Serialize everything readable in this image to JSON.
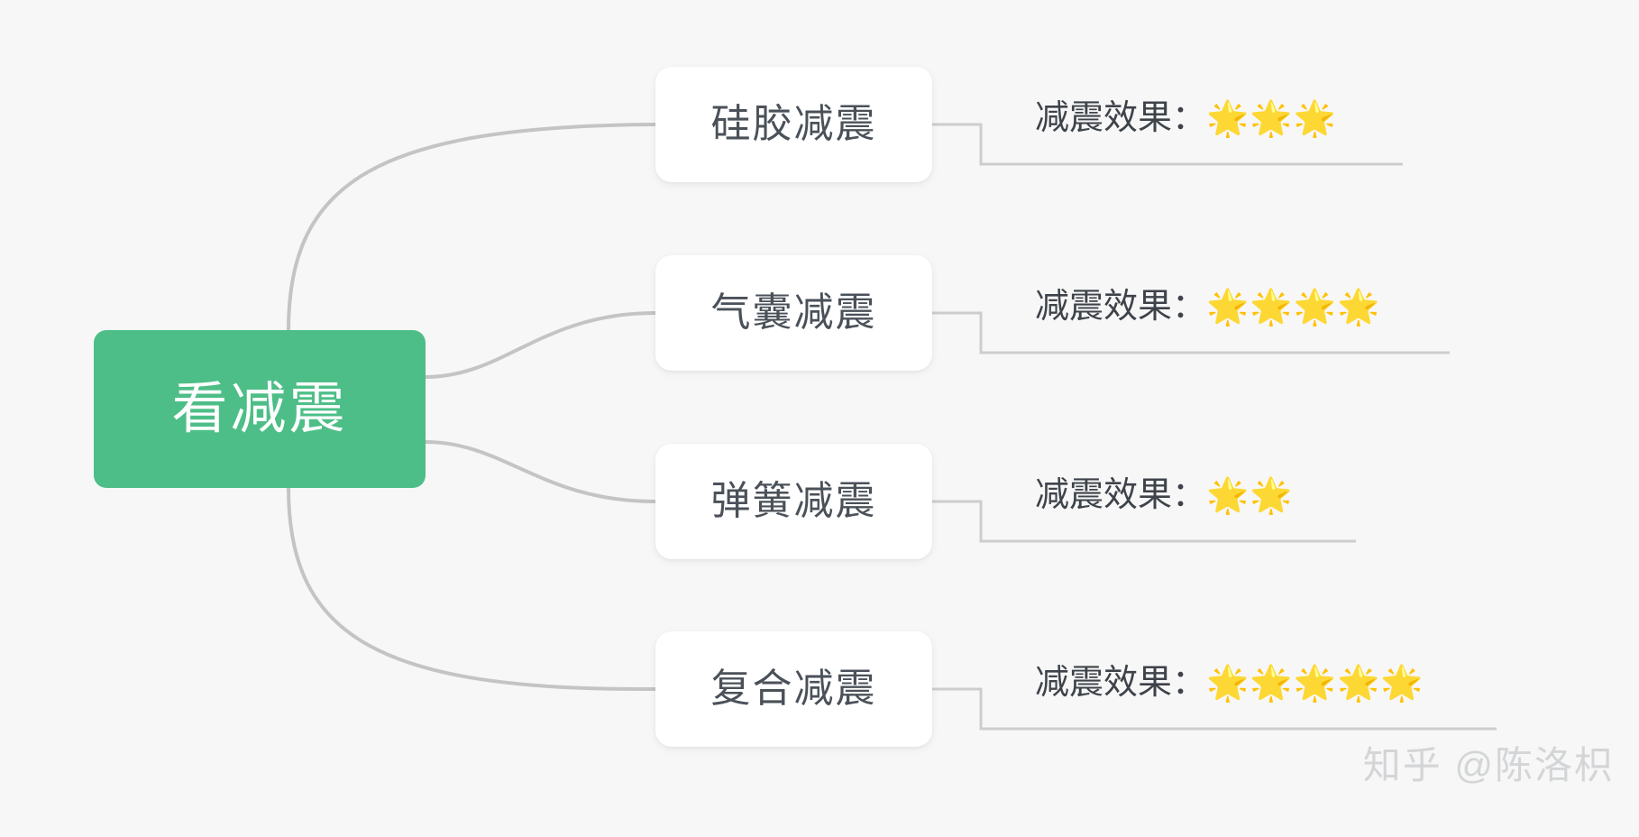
{
  "diagram": {
    "type": "mindmap",
    "background_color": "#f7f7f7",
    "root": {
      "label": "看减震",
      "fill_color": "#4dbe87",
      "text_color": "#ffffff"
    },
    "connector_color": "#c4c4c4",
    "branches": [
      {
        "label": "硅胶减震",
        "leaf_text": "减震效果：",
        "stars": "🌟🌟🌟",
        "star_count": 3
      },
      {
        "label": "气囊减震",
        "leaf_text": "减震效果：",
        "stars": "🌟🌟🌟🌟",
        "star_count": 4
      },
      {
        "label": "弹簧减震",
        "leaf_text": "减震效果：",
        "stars": "🌟🌟",
        "star_count": 2
      },
      {
        "label": "复合减震",
        "leaf_text": "减震效果：",
        "stars": "🌟🌟🌟🌟🌟",
        "star_count": 5
      }
    ]
  },
  "watermark": {
    "text": "知乎 @陈洛枳"
  }
}
